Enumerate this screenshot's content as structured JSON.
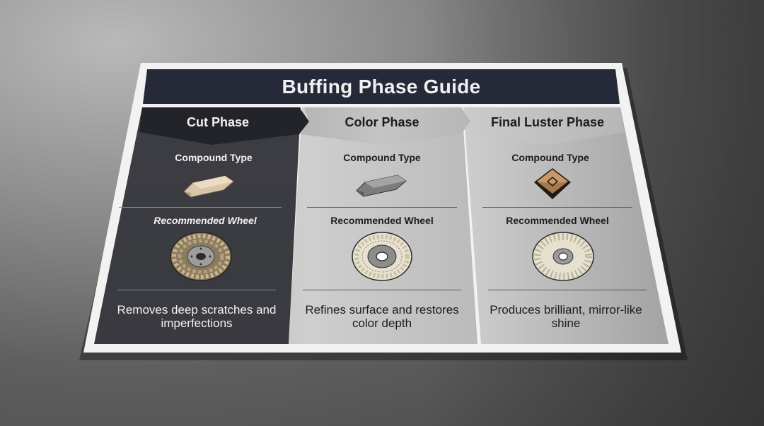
{
  "title": "Buffing Phase Guide",
  "colors": {
    "title_bar": "#262a38",
    "cut_column": "#3b3c41",
    "color_column": "#bdbdbd",
    "luster_column": "#d4d4d4",
    "frame": "#f2f2f2"
  },
  "phases": [
    {
      "name": "Cut Phase",
      "compound_label": "Compound Type",
      "compound_icon": "tan-compound-bar-icon",
      "wheel_label": "Recommended Wheel",
      "wheel_icon": "sisal-rope-wheel-icon",
      "description": "Removes deep scratches and imperfections"
    },
    {
      "name": "Color Phase",
      "compound_label": "Compound Type",
      "compound_icon": "gray-compound-bar-icon",
      "wheel_label": "Recommended Wheel",
      "wheel_icon": "stitched-cotton-wheel-icon",
      "description": "Refines surface and restores color depth"
    },
    {
      "name": "Final Luster Phase",
      "compound_label": "Compound Type",
      "compound_icon": "bronze-compound-block-icon",
      "wheel_label": "Recommended Wheel",
      "wheel_icon": "loose-flannel-wheel-icon",
      "description": "Produces brilliant, mirror-like shine"
    }
  ]
}
